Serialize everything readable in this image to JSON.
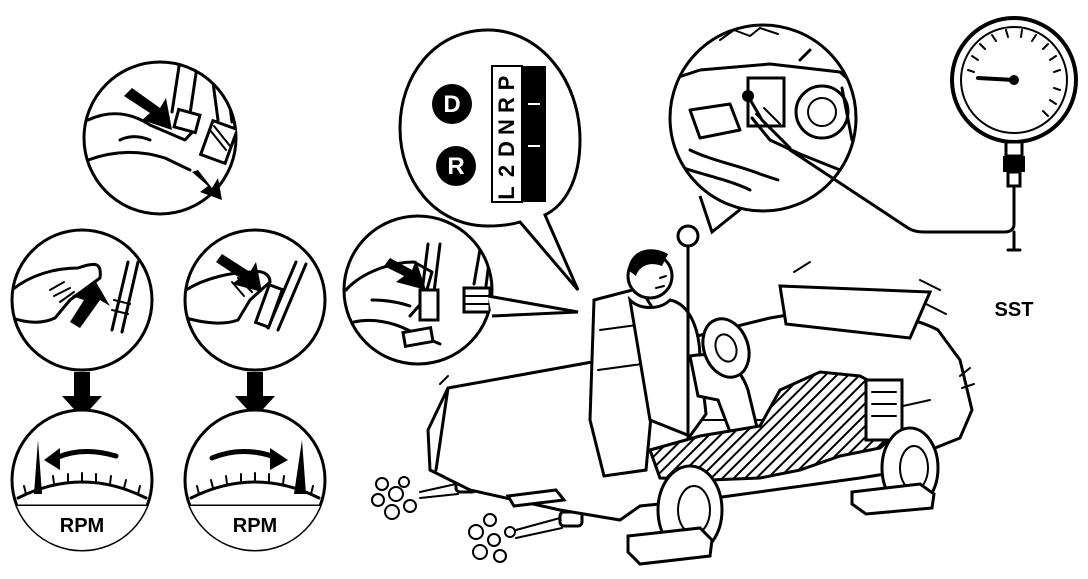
{
  "diagram": {
    "labels": {
      "rpm_left": "RPM",
      "rpm_right": "RPM",
      "sst": "SST",
      "mode_d": "D",
      "mode_r": "R"
    },
    "shift_positions": [
      "P",
      "R",
      "N",
      "D",
      "2",
      "L"
    ],
    "colors": {
      "ink": "#000000",
      "paper": "#ffffff"
    },
    "icons": [
      "brake-pedal-icon",
      "accelerator-pedal-icon",
      "tachometer-icon",
      "pressure-gauge-icon",
      "car-on-blocks-icon"
    ]
  }
}
